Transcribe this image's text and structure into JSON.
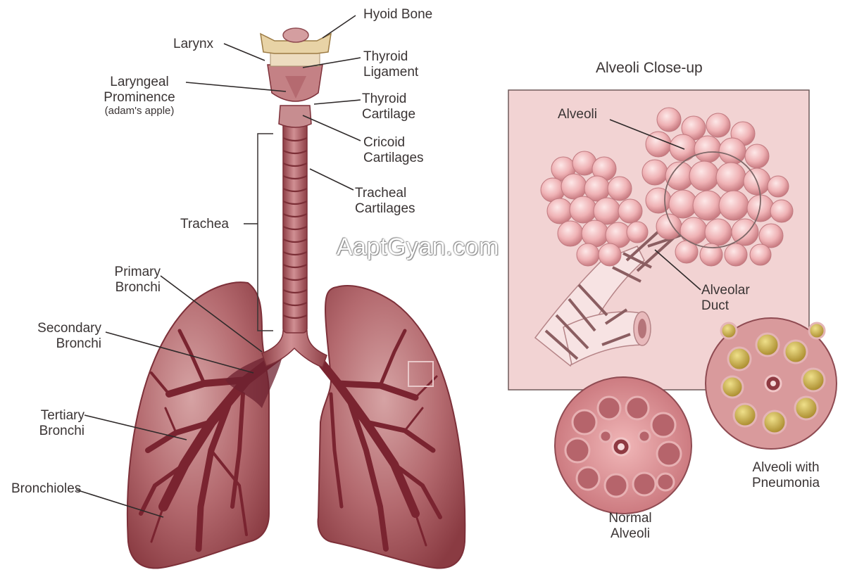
{
  "labels": {
    "larynx": "Larynx",
    "laryngeal_prominence": [
      "Laryngeal",
      "Prominence"
    ],
    "adams_apple": "(adam's apple)",
    "hyoid_bone": "Hyoid Bone",
    "thyroid_ligament": [
      "Thyroid",
      "Ligament"
    ],
    "thyroid_cartilage": [
      "Thyroid",
      "Cartilage"
    ],
    "cricoid_cartilages": [
      "Cricoid",
      "Cartilages"
    ],
    "tracheal_cartilages": [
      "Tracheal",
      "Cartilages"
    ],
    "trachea": "Trachea",
    "primary_bronchi": [
      "Primary",
      "Bronchi"
    ],
    "secondary_bronchi": [
      "Secondary",
      "Bronchi"
    ],
    "tertiary_bronchi": [
      "Tertiary",
      "Bronchi"
    ],
    "bronchioles": "Bronchioles"
  },
  "closeup": {
    "title": "Alveoli Close-up",
    "alveoli": "Alveoli",
    "alveolar_duct": [
      "Alveolar",
      "Duct"
    ],
    "normal_alveoli": [
      "Normal",
      "Alveoli"
    ],
    "alveoli_with_pneumonia": [
      "Alveoli with",
      "Pneumonia"
    ]
  },
  "watermark": "AaptGyan.com",
  "colors": {
    "lung": "#a9585d",
    "lung_dark": "#7a2e35",
    "trachea": "#b56a70",
    "closeup_bg": "#f2d3d3",
    "alveoli": "#f0b8bb",
    "pus": "#c9a642"
  }
}
